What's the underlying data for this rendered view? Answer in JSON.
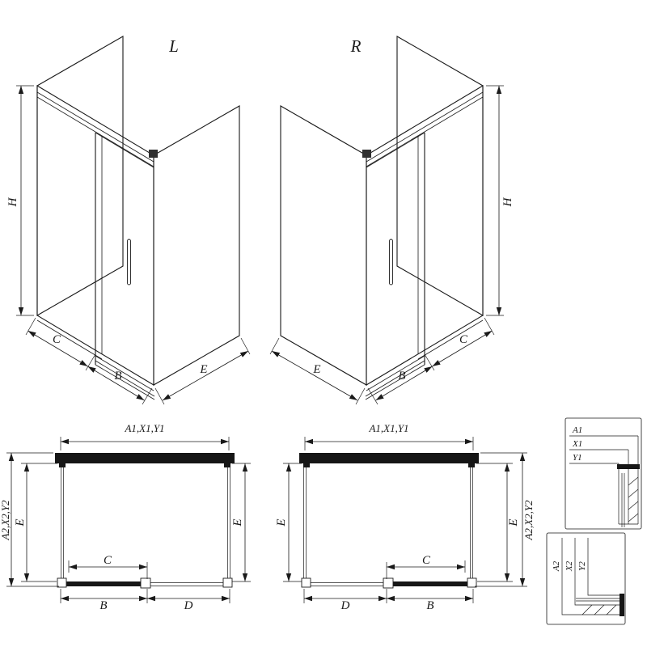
{
  "colors": {
    "line": "#1a1a1a",
    "background": "#ffffff"
  },
  "iso_left": {
    "label": "L",
    "height": "H",
    "fixed": "C",
    "door": "B",
    "side": "E"
  },
  "iso_right": {
    "label": "R",
    "height": "H",
    "fixed": "C",
    "door": "B",
    "side": "E"
  },
  "plan_left": {
    "width": "A1,X1,Y1",
    "depth": "A2,X2,Y2",
    "side_left": "E",
    "side_right": "E",
    "opening": "C",
    "door": "B",
    "fixed": "D"
  },
  "plan_right": {
    "width": "A1,X1,Y1",
    "depth": "A2,X2,Y2",
    "side_left": "E",
    "side_right": "E",
    "opening": "C",
    "door": "B",
    "fixed": "D"
  },
  "detail_width": {
    "labels": [
      "A1",
      "X1",
      "Y1"
    ]
  },
  "detail_depth": {
    "labels": [
      "A2",
      "X2",
      "Y2"
    ]
  }
}
